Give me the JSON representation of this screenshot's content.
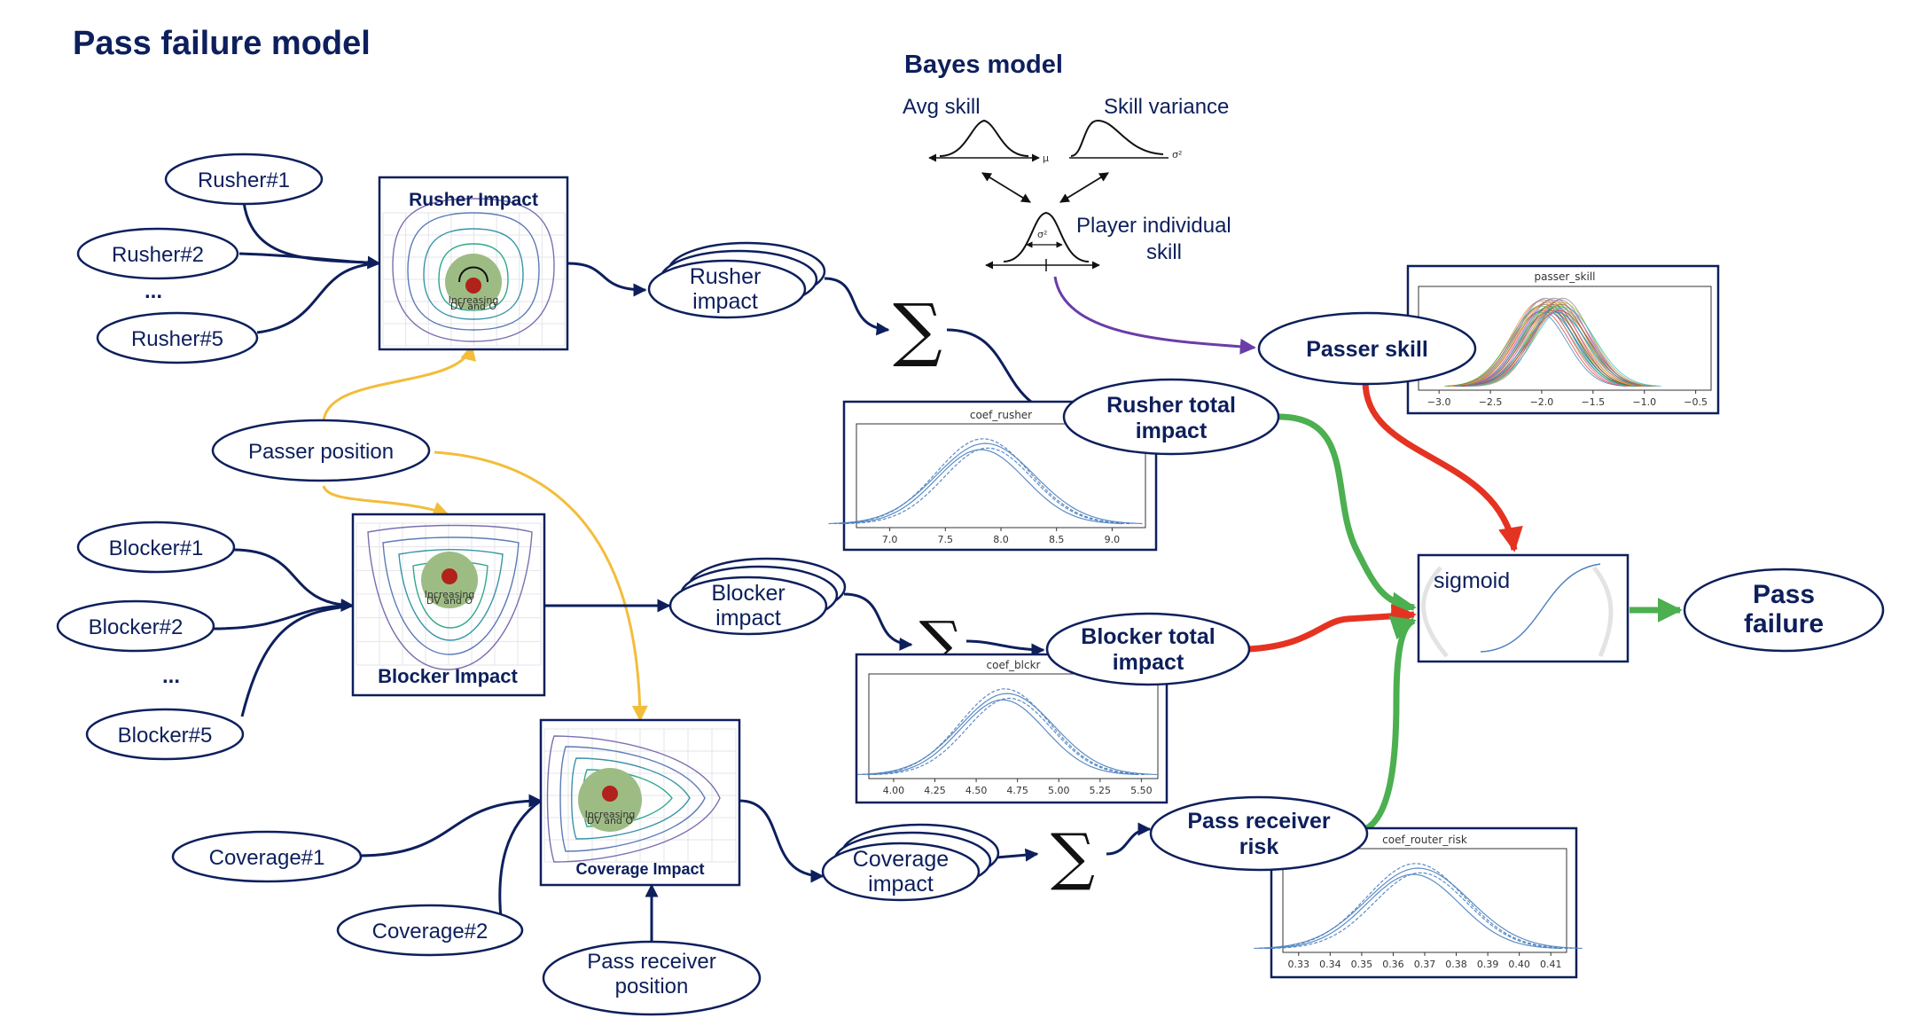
{
  "title": "Pass failure model",
  "bayes": {
    "title": "Bayes model",
    "avg_skill": "Avg skill",
    "skill_variance": "Skill variance",
    "player_individual_skill_1": "Player individual",
    "player_individual_skill_2": "skill",
    "mu": "μ",
    "sigma2": "σ²"
  },
  "inputs": {
    "rusher1": "Rusher#1",
    "rusher2": "Rusher#2",
    "rusher_dots": "...",
    "rusher5": "Rusher#5",
    "passer_position": "Passer position",
    "blocker1": "Blocker#1",
    "blocker2": "Blocker#2",
    "blocker_dots": "...",
    "blocker5": "Blocker#5",
    "coverage1": "Coverage#1",
    "coverage2": "Coverage#2",
    "pass_receiver_position_1": "Pass receiver",
    "pass_receiver_position_2": "position"
  },
  "impact_boxes": {
    "rusher": "Rusher Impact",
    "blocker": "Blocker Impact",
    "coverage": "Coverage Impact",
    "center_label_1": "Increasing",
    "center_label_2": "DV and O"
  },
  "stacks": {
    "rusher_1": "Rusher",
    "rusher_2": "impact",
    "blocker_1": "Blocker",
    "blocker_2": "impact",
    "coverage_1": "Coverage",
    "coverage_2": "impact"
  },
  "sigma_symbol": "∑",
  "totals": {
    "rusher_1": "Rusher total",
    "rusher_2": "impact",
    "blocker_1": "Blocker total",
    "blocker_2": "impact",
    "receiver_1": "Pass receiver",
    "receiver_2": "risk",
    "passer_skill": "Passer skill"
  },
  "sigmoid": "sigmoid",
  "output": {
    "line1": "Pass",
    "line2": "failure"
  },
  "colors": {
    "navy": "#0d1f5c",
    "green": "#4caf50",
    "red": "#e53322",
    "purple": "#6a3da8",
    "yellow": "#f3bd3a",
    "plot_blue": "#4a7fbf"
  },
  "chart_data": [
    {
      "type": "line",
      "title": "coef_rusher",
      "xticks": [
        "7.0",
        "7.5",
        "8.0",
        "8.5",
        "9.0"
      ],
      "xlim": [
        6.7,
        9.3
      ],
      "series_center": 7.85,
      "series_spread": 0.42,
      "series_count": 4
    },
    {
      "type": "line",
      "title": "coef_blckr",
      "xticks": [
        "4.00",
        "4.25",
        "4.50",
        "4.75",
        "5.00",
        "5.25",
        "5.50"
      ],
      "xlim": [
        3.85,
        5.6
      ],
      "series_center": 4.68,
      "series_spread": 0.27,
      "series_count": 4
    },
    {
      "type": "line",
      "title": "coef_router_risk",
      "xticks": [
        "0.33",
        "0.34",
        "0.35",
        "0.36",
        "0.37",
        "0.38",
        "0.39",
        "0.40",
        "0.41"
      ],
      "xlim": [
        0.325,
        0.415
      ],
      "series_center": 0.3675,
      "series_spread": 0.0155,
      "series_count": 4
    },
    {
      "type": "line",
      "title": "passer_skill",
      "xticks": [
        "−3.0",
        "−2.5",
        "−2.0",
        "−1.5",
        "−1.0",
        "−0.5"
      ],
      "xlim": [
        -3.2,
        -0.35
      ],
      "series_center": -1.9,
      "series_spread": 0.28,
      "series_count": 30
    }
  ]
}
